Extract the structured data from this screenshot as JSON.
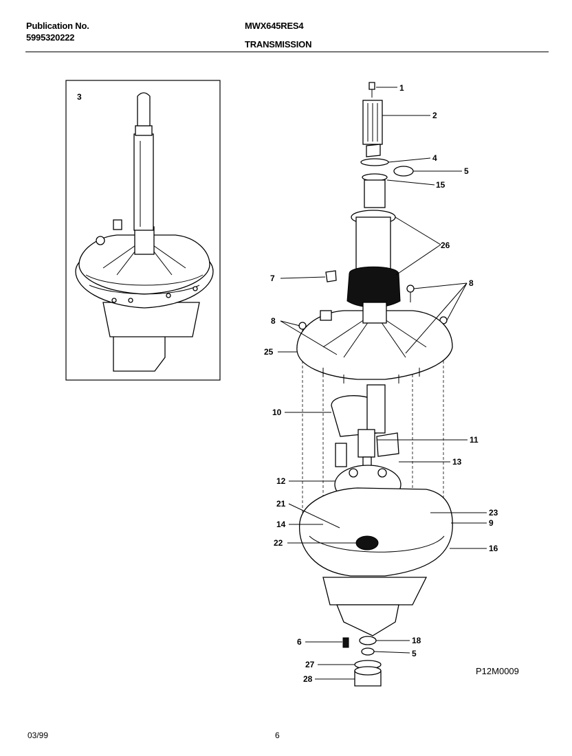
{
  "header": {
    "publication_label": "Publication No.",
    "publication_number": "5995320222",
    "model": "MWX645RES4",
    "section": "TRANSMISSION"
  },
  "inset_label": "3",
  "drawing_code": "P12M0009",
  "footer": {
    "date": "03/99",
    "page": "6"
  },
  "callouts": [
    "1",
    "2",
    "4",
    "5",
    "15",
    "26",
    "7",
    "8",
    "8",
    "25",
    "10",
    "11",
    "13",
    "12",
    "21",
    "23",
    "14",
    "9",
    "22",
    "16",
    "6",
    "18",
    "5",
    "27",
    "28"
  ]
}
